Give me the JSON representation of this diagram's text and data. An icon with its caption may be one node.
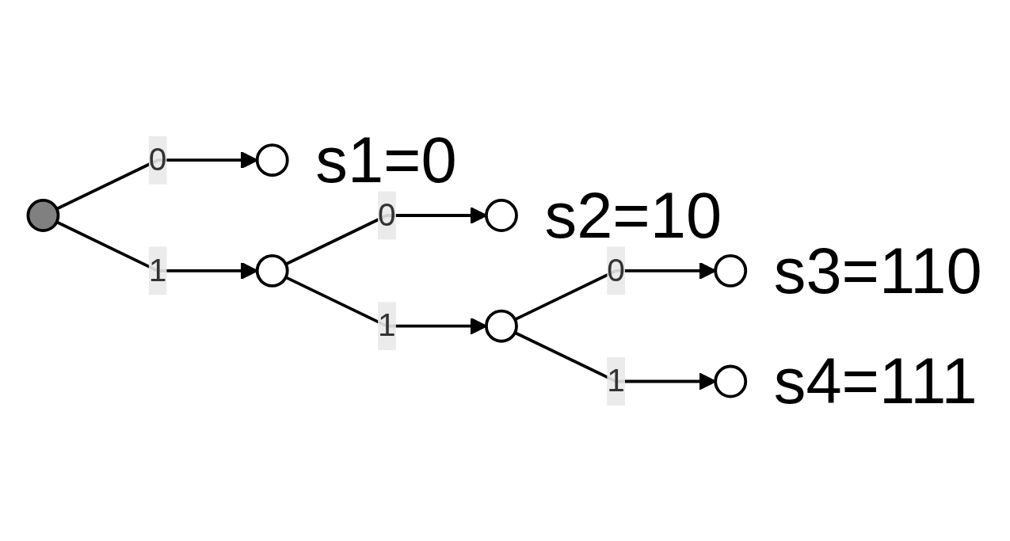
{
  "diagram": {
    "nodes": [
      {
        "text": [],
        "shape": "circle"
      },
      {
        "text": [],
        "shape": "circle",
        "beside": [
          "s1=0"
        ]
      },
      {
        "text": [],
        "shape": "circle"
      },
      {
        "text": [],
        "shape": "circle",
        "beside": [
          "s2=10"
        ]
      },
      {
        "text": [],
        "shape": "circle"
      },
      {
        "text": [],
        "shape": "circle",
        "beside": [
          "s3=110"
        ]
      },
      {
        "text": [],
        "shape": "circle",
        "beside": [
          "s4=111"
        ]
      }
    ],
    "edges": [
      {
        "from": 0,
        "to": 1,
        "label": "0",
        "arrow": "to"
      },
      {
        "from": 0,
        "to": 2,
        "label": "1",
        "arrow": "to"
      },
      {
        "from": 2,
        "to": 3,
        "label": "0",
        "arrow": "to"
      },
      {
        "from": 2,
        "to": 4,
        "label": "1",
        "arrow": "to"
      },
      {
        "from": 4,
        "to": 5,
        "label": "0",
        "arrow": "to"
      },
      {
        "from": 4,
        "to": 6,
        "label": "1",
        "arrow": "to"
      }
    ]
  }
}
